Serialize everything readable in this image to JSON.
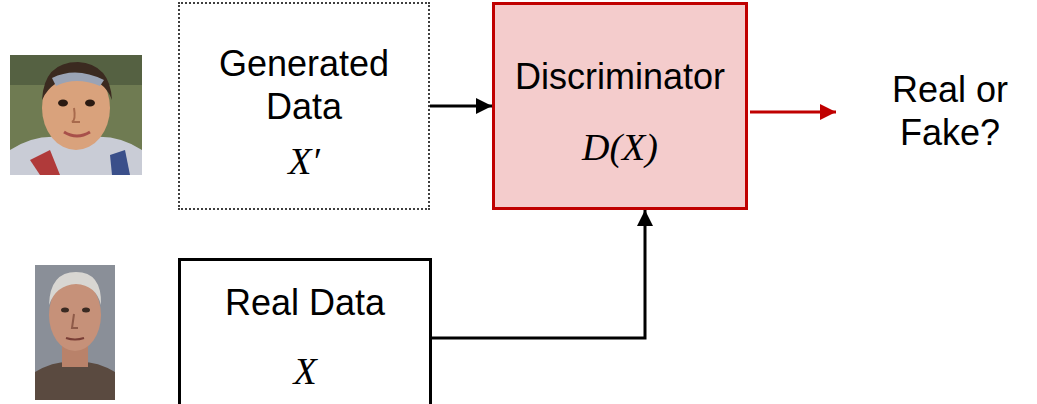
{
  "diagram": {
    "nodes": [
      {
        "text": [
          "Generated Data",
          "X′"
        ]
      },
      {
        "text": [
          "Discriminator",
          "D(X)"
        ]
      },
      {
        "text": [
          "Real Data",
          "X"
        ]
      }
    ],
    "edges": [
      {
        "from": 0,
        "to": 1,
        "arrow": "to"
      },
      {
        "from": 2,
        "to": 1,
        "arrow": "to"
      }
    ],
    "labels": [
      "Real or Fake?"
    ]
  }
}
